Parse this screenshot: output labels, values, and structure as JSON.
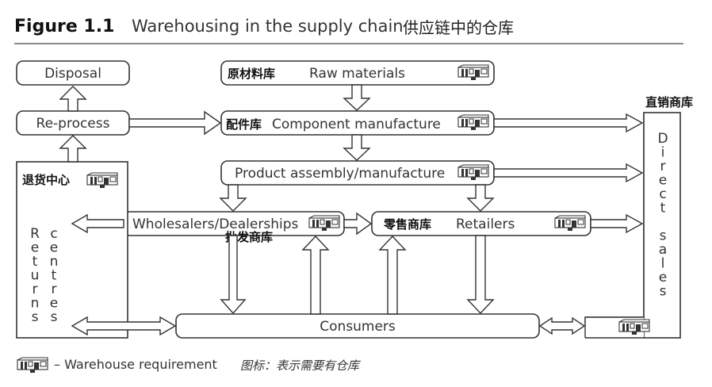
{
  "figure": {
    "label": "Figure 1.1",
    "title": "Warehousing in the supply chain",
    "title_cn": "供应链中的仓库"
  },
  "nodes": {
    "disposal": {
      "label": "Disposal"
    },
    "raw_materials": {
      "label": "Raw materials",
      "label_cn": "原材料库"
    },
    "reprocess": {
      "label": "Re-process"
    },
    "component": {
      "label": "Component manufacture",
      "label_cn": "配件库"
    },
    "direct_sales": {
      "label": "Direct sales",
      "label_cn": "直销商库",
      "letters": [
        "D",
        "i",
        "r",
        "e",
        "c",
        "t",
        "",
        "s",
        "a",
        "l",
        "e",
        "s"
      ]
    },
    "returns": {
      "label_cn": "退货中心",
      "letters_left": [
        "R",
        "e",
        "t",
        "u",
        "r",
        "n",
        "s"
      ],
      "letters_right": [
        "c",
        "e",
        "n",
        "t",
        "r",
        "e",
        "s"
      ]
    },
    "assembly": {
      "label": "Product assembly/manufacture"
    },
    "wholesalers": {
      "label": "Wholesalers/Dealerships",
      "label_cn": "批发商库"
    },
    "retailers": {
      "label": "Retailers",
      "label_cn": "零售商库"
    },
    "consumers": {
      "label": "Consumers"
    }
  },
  "legend": {
    "icon": "warehouse-icon",
    "text": "– Warehouse requirement",
    "text_cn": "图标：表示需要有仓库"
  },
  "colors": {
    "stroke": "#333333",
    "fill": "#ffffff"
  }
}
